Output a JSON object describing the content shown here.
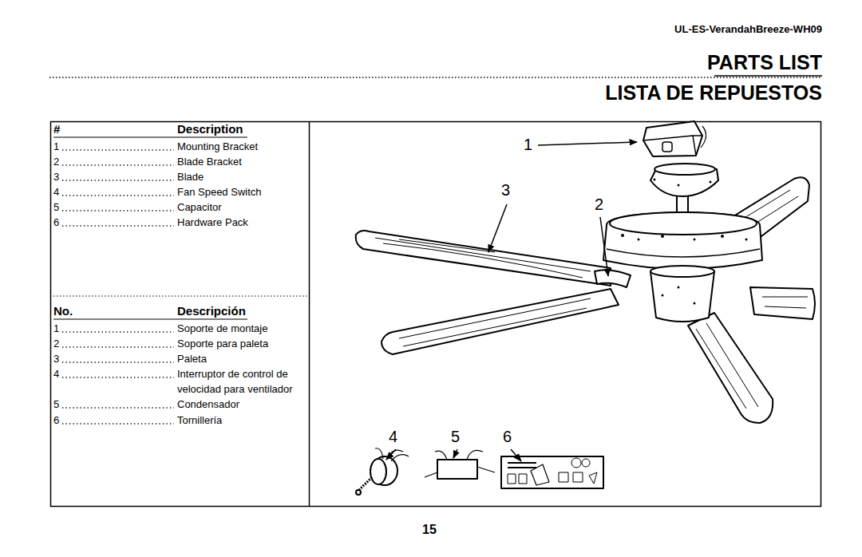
{
  "diagram": {
    "title": "PARTS LIST",
    "labels": [
      "UL-ES-VerandahBreeze-WH09",
      "LISTA DE REPUESTOS",
      "#",
      "Description",
      "1",
      "Mounting Bracket",
      "2",
      "Blade Bracket",
      "3",
      "Blade",
      "4",
      "Fan Speed Switch",
      "5",
      "Capacitor",
      "6",
      "Hardware Pack",
      "No.",
      "Descripción",
      "1",
      "Soporte de montaje",
      "2",
      "Soporte para paleta",
      "3",
      "Paleta",
      "4",
      "Interruptor de control de velocidad para ventilador",
      "5",
      "Condensador",
      "6",
      "Tornillería",
      "1",
      "3",
      "2",
      "4",
      "5",
      "6",
      "15"
    ]
  }
}
